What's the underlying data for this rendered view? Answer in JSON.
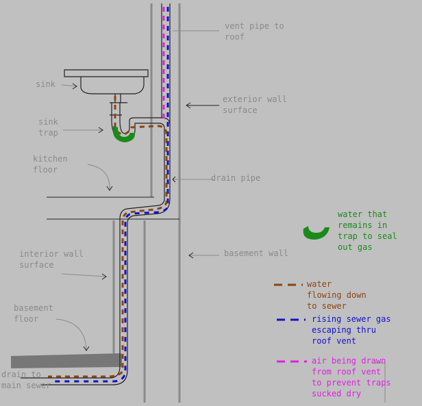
{
  "labels": {
    "vent_pipe": [
      "vent pipe to",
      "roof"
    ],
    "sink": "sink",
    "exterior_wall": [
      "exterior wall",
      "surface"
    ],
    "sink_trap": [
      "sink",
      "trap"
    ],
    "kitchen_floor": [
      "kitchen",
      "floor"
    ],
    "drain_pipe": "drain pipe",
    "interior_wall": [
      "interior wall",
      "surface"
    ],
    "basement_wall": "basement wall",
    "basement_floor": [
      "basement",
      "floor"
    ],
    "drain_to_sewer": [
      "drain to",
      "main sewer"
    ]
  },
  "legend": {
    "trap_water": [
      "water that",
      "remains in",
      "trap to seal",
      "out gas"
    ],
    "water_flow": [
      "water",
      "flowing down",
      "to sewer"
    ],
    "sewer_gas": [
      "rising sewer gas",
      "escaping thru",
      "roof vent"
    ],
    "vent_air": [
      "air being drawn",
      "from roof vent",
      "to prevent traps",
      "sucked dry"
    ]
  },
  "colors": {
    "background": "#c0c0c0",
    "water": "#8b4513",
    "gas": "#1010d0",
    "air": "#e020e0",
    "trap_water": "#1a8a1a",
    "label": "#8a8a8a"
  }
}
